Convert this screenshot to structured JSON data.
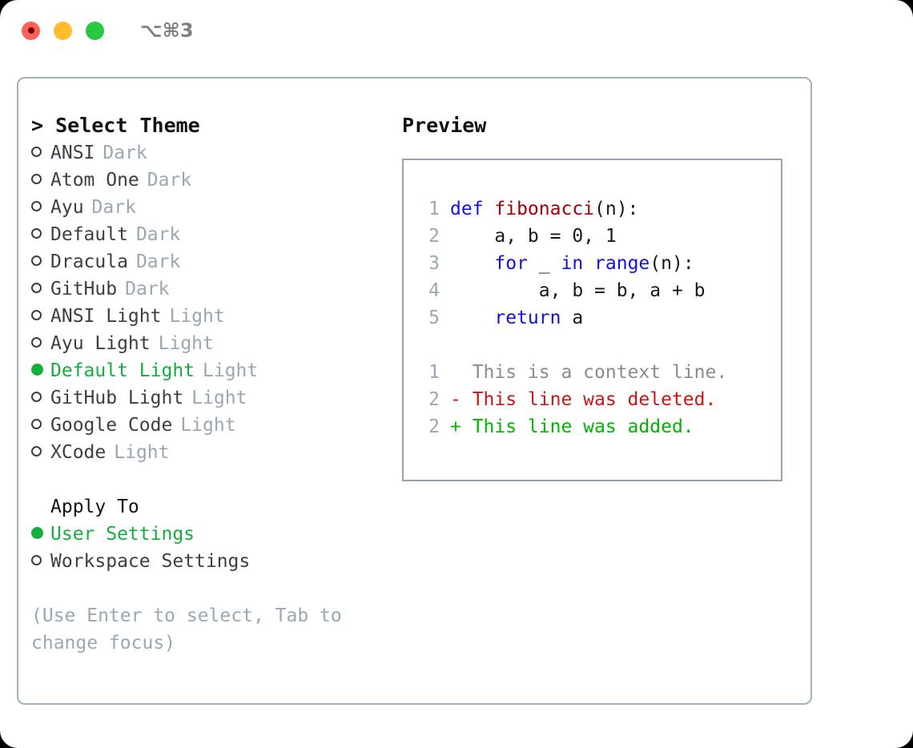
{
  "titlebar": {
    "shortcut": "⌥⌘3",
    "lights": [
      {
        "name": "close",
        "color": "#ff5f57"
      },
      {
        "name": "minimize",
        "color": "#ffbd2e"
      },
      {
        "name": "maximize",
        "color": "#28c840"
      }
    ]
  },
  "theme_picker": {
    "heading": "> Select Theme",
    "marker_unselected": "○",
    "marker_selected": "●",
    "items": [
      {
        "name": "ANSI",
        "tag": "Dark",
        "selected": false
      },
      {
        "name": "Atom One",
        "tag": "Dark",
        "selected": false
      },
      {
        "name": "Ayu",
        "tag": "Dark",
        "selected": false
      },
      {
        "name": "Default",
        "tag": "Dark",
        "selected": false
      },
      {
        "name": "Dracula",
        "tag": "Dark",
        "selected": false
      },
      {
        "name": "GitHub",
        "tag": "Dark",
        "selected": false
      },
      {
        "name": "ANSI Light",
        "tag": "Light",
        "selected": false
      },
      {
        "name": "Ayu Light",
        "tag": "Light",
        "selected": false
      },
      {
        "name": "Default Light",
        "tag": "Light",
        "selected": true
      },
      {
        "name": "GitHub Light",
        "tag": "Light",
        "selected": false
      },
      {
        "name": "Google Code",
        "tag": "Light",
        "selected": false
      },
      {
        "name": "XCode",
        "tag": "Light",
        "selected": false
      }
    ]
  },
  "apply_to": {
    "heading": "Apply To",
    "items": [
      {
        "name": "User Settings",
        "selected": true
      },
      {
        "name": "Workspace Settings",
        "selected": false
      }
    ]
  },
  "hint": "(Use Enter to select, Tab to change focus)",
  "preview": {
    "title": "Preview",
    "code_lines": [
      {
        "num": "1",
        "segments": [
          {
            "t": "def ",
            "c": "kw"
          },
          {
            "t": "fibonacci",
            "c": "fn"
          },
          {
            "t": "(n):",
            "c": "pl"
          }
        ]
      },
      {
        "num": "2",
        "segments": [
          {
            "t": "    a, b = 0, 1",
            "c": "pl"
          }
        ]
      },
      {
        "num": "3",
        "segments": [
          {
            "t": "    ",
            "c": "pl"
          },
          {
            "t": "for",
            "c": "kw"
          },
          {
            "t": " _ ",
            "c": "pl"
          },
          {
            "t": "in",
            "c": "kw"
          },
          {
            "t": " ",
            "c": "pl"
          },
          {
            "t": "range",
            "c": "kw"
          },
          {
            "t": "(n):",
            "c": "pl"
          }
        ]
      },
      {
        "num": "4",
        "segments": [
          {
            "t": "        a, b = b, a + b",
            "c": "pl"
          }
        ]
      },
      {
        "num": "5",
        "segments": [
          {
            "t": "    ",
            "c": "pl"
          },
          {
            "t": "return",
            "c": "kw"
          },
          {
            "t": " a",
            "c": "pl"
          }
        ]
      }
    ],
    "diff_lines": [
      {
        "num": "1",
        "marker": " ",
        "text": "  This is a context line.",
        "kind": "diff-ctx"
      },
      {
        "num": "2",
        "marker": " ",
        "text": "- This line was deleted.",
        "kind": "diff-del"
      },
      {
        "num": "2",
        "marker": " ",
        "text": "+ This line was added.",
        "kind": "diff-add"
      }
    ]
  },
  "colors": {
    "accent_green": "#11b03c",
    "muted": "#9aa7b5",
    "border": "#a5b0bd",
    "keyword": "#1212e0",
    "function": "#a30008",
    "diff_added": "#00b500",
    "diff_deleted": "#cc1414"
  }
}
